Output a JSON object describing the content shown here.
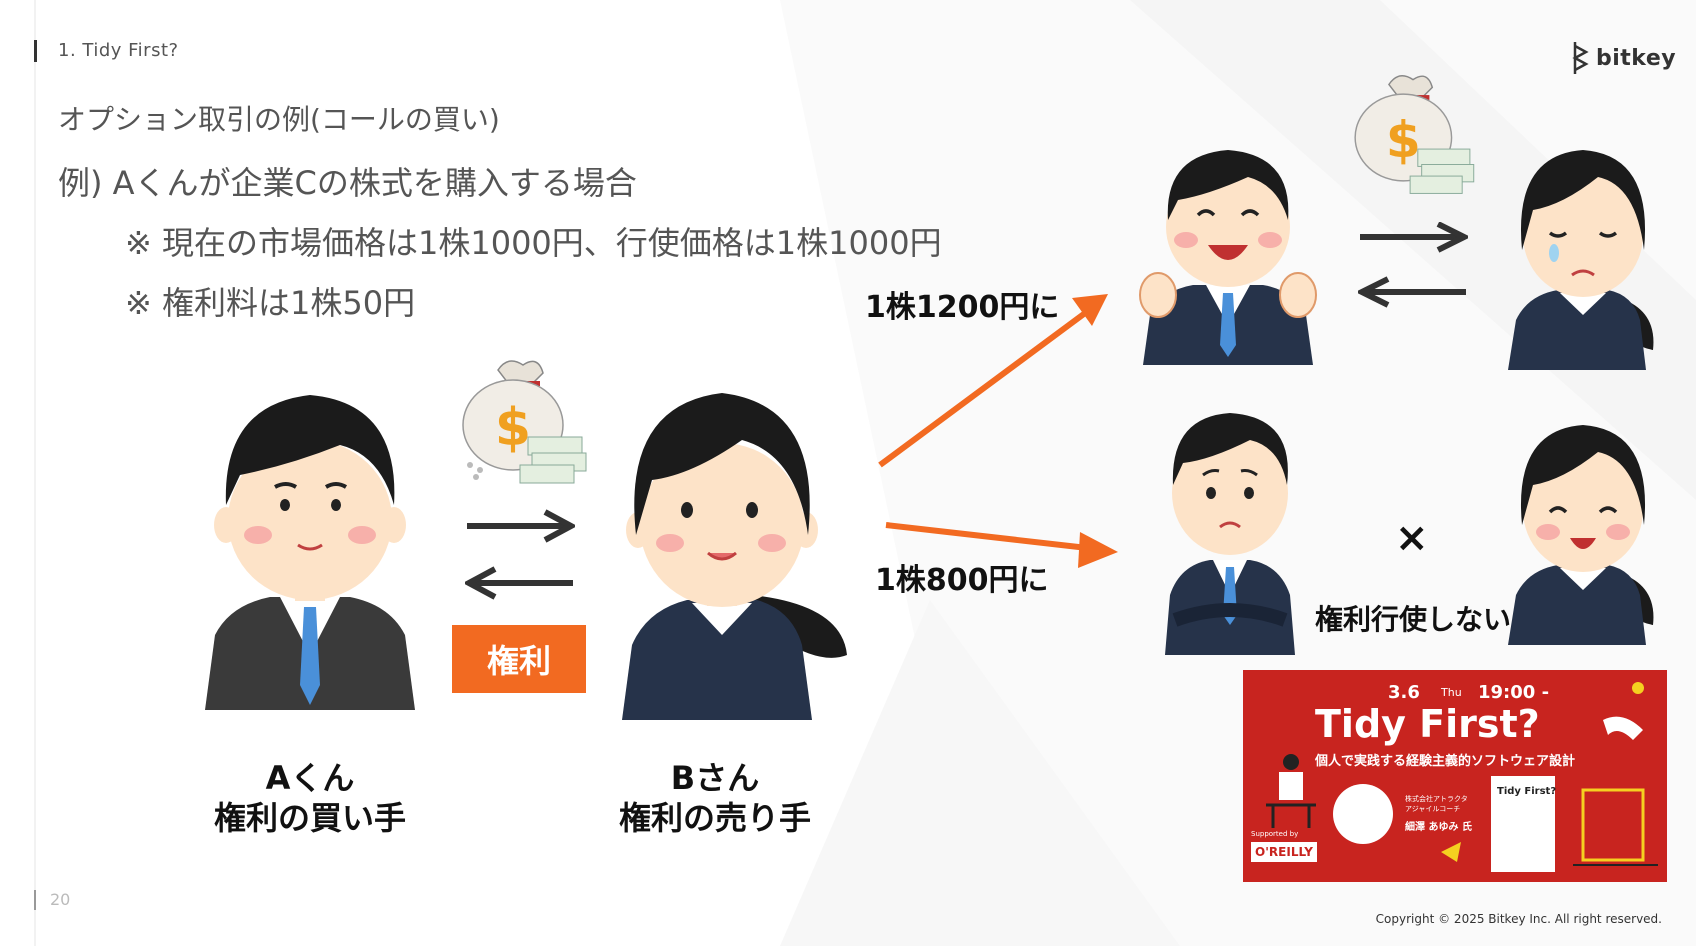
{
  "header": {
    "section_label": "1.  Tidy First?",
    "logo_text": "bitkey"
  },
  "content": {
    "title": "オプション取引の例(コールの買い)",
    "example": "例) Aくんが企業Cの株式を購入する場合",
    "note1": "※ 現在の市場価格は1株1000円、行使価格は1株1000円",
    "note2": "※ 権利料は1株50円"
  },
  "diagram": {
    "right_label": "権利",
    "person_a": {
      "line1": "Aくん",
      "line2": "権利の買い手"
    },
    "person_b": {
      "line1": "Bさん",
      "line2": "権利の売り手"
    },
    "price_up": "1株1200円に",
    "price_down": "1株800円に",
    "cross": "×",
    "no_exercise": "権利行使しない"
  },
  "banner": {
    "date": "3.6",
    "day": "Thu",
    "time": "19:00 -",
    "title": "Tidy First?",
    "subtitle": "個人で実践する経験主義的ソフトウェア設計",
    "org_line1": "株式会社アトラクタ",
    "org_line2": "アジャイルコーチ",
    "speaker": "細澤 あゆみ 氏",
    "supported_by": "Supported by",
    "publisher": "O'REILLY",
    "book_title": "Tidy First?"
  },
  "footer": {
    "page_number": "20",
    "copyright": "Copyright © 2025 Bitkey Inc. All right reserved."
  },
  "colors": {
    "accent": "#f26a21",
    "banner_bg": "#c8241f",
    "text_gray": "#555555",
    "suit": "#26334a",
    "tie": "#4a90d9",
    "skin": "#fde3c8",
    "cheek": "#f5a3a3"
  }
}
